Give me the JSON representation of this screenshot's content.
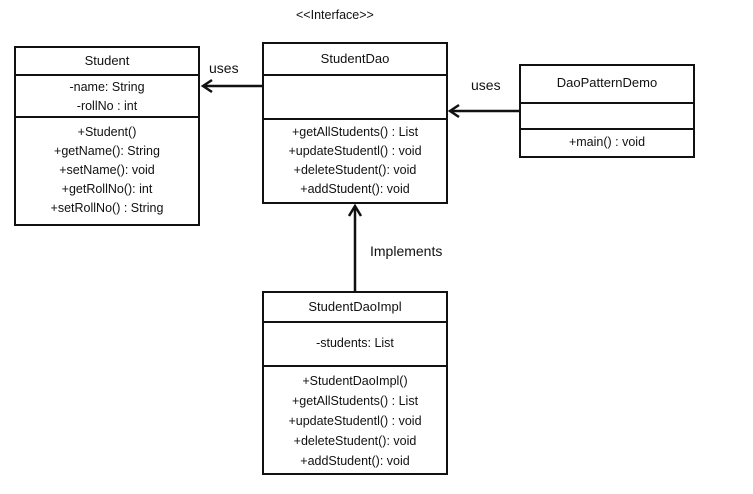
{
  "stereotype": "<<Interface>>",
  "classes": {
    "student": {
      "name": "Student",
      "attributes": [
        "-name: String",
        "-rollNo  : int"
      ],
      "methods": [
        "+Student()",
        "+getName(): String",
        "+setName():  void",
        "+getRollNo(): int",
        "+setRollNo()  : String"
      ]
    },
    "student_dao": {
      "name": "StudentDao",
      "attributes": [],
      "methods": [
        "+getAllStudents()   : List",
        "+updateStudentl()   : void",
        "+deleteStudent():  void",
        "+addStudent():  void"
      ]
    },
    "dao_pattern_demo": {
      "name": "DaoPatternDemo",
      "attributes": [],
      "methods": [
        "+main()  : void"
      ]
    },
    "student_dao_impl": {
      "name": "StudentDaoImpl",
      "attributes": [
        "-students:  List"
      ],
      "methods": [
        "+StudentDaoImpl()",
        "+getAllStudents()   : List",
        "+updateStudentl()   : void",
        "+deleteStudent():  void",
        "+addStudent():  void"
      ]
    }
  },
  "relations": {
    "uses_left": "uses",
    "uses_right": "uses",
    "implements": "Implements"
  }
}
